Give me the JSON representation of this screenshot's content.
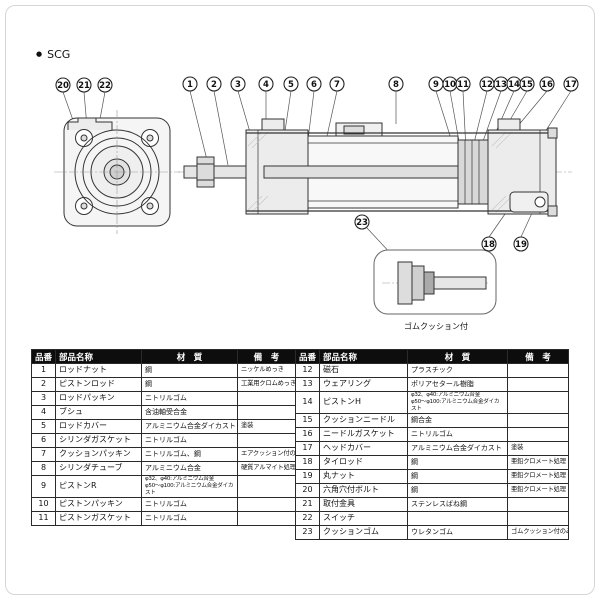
{
  "header": {
    "bullet": "●",
    "model": "SCG"
  },
  "diagram": {
    "top_balloons": [
      "1",
      "2",
      "3",
      "4",
      "5",
      "6",
      "7",
      "8",
      "9",
      "10",
      "11",
      "12",
      "13",
      "14",
      "15",
      "16",
      "17"
    ],
    "left_balloons": [
      "20",
      "21",
      "22"
    ],
    "bottom_balloons": [
      "18",
      "19"
    ],
    "detail_balloon": "23",
    "detail_caption": "ゴムクッション付"
  },
  "parts_table": {
    "headers": {
      "no": "品番",
      "name": "部品名称",
      "material": "材　質",
      "note": "備　考"
    },
    "left_rows": [
      {
        "no": "1",
        "name": "ロッドナット",
        "material": "鋼",
        "note": "ニッケルめっき"
      },
      {
        "no": "2",
        "name": "ピストンロッド",
        "material": "鋼",
        "note": "工業用クロムめっき"
      },
      {
        "no": "3",
        "name": "ロッドパッキン",
        "material": "ニトリルゴム",
        "note": ""
      },
      {
        "no": "4",
        "name": "ブシュ",
        "material": "含油軸受合金",
        "note": ""
      },
      {
        "no": "5",
        "name": "ロッドカバー",
        "material": "アルミニウム合金ダイカスト",
        "note": "塗装"
      },
      {
        "no": "6",
        "name": "シリンダガスケット",
        "material": "ニトリルゴム",
        "note": ""
      },
      {
        "no": "7",
        "name": "クッションパッキン",
        "material": "ニトリルゴム、鋼",
        "note": "エアクッション付のみ"
      },
      {
        "no": "8",
        "name": "シリンダチューブ",
        "material": "アルミニウム合金",
        "note": "硬質アルマイト処理"
      },
      {
        "no": "9",
        "name": "ピストンR",
        "material": "φ32、φ40:アルミニウム合金\nφ50～φ100:アルミニウム合金ダイカスト",
        "note": ""
      },
      {
        "no": "10",
        "name": "ピストンパッキン",
        "material": "ニトリルゴム",
        "note": ""
      },
      {
        "no": "11",
        "name": "ピストンガスケット",
        "material": "ニトリルゴム",
        "note": ""
      }
    ],
    "right_rows": [
      {
        "no": "12",
        "name": "磁石",
        "material": "プラスチック",
        "note": ""
      },
      {
        "no": "13",
        "name": "ウェアリング",
        "material": "ポリアセタール樹脂",
        "note": ""
      },
      {
        "no": "14",
        "name": "ピストンH",
        "material": "φ32、φ40:アルミニウム合金\nφ50～φ100:アルミニウム合金ダイカスト",
        "note": ""
      },
      {
        "no": "15",
        "name": "クッションニードル",
        "material": "鋼合金",
        "note": ""
      },
      {
        "no": "16",
        "name": "ニードルガスケット",
        "material": "ニトリルゴム",
        "note": ""
      },
      {
        "no": "17",
        "name": "ヘッドカバー",
        "material": "アルミニウム合金ダイカスト",
        "note": "塗装"
      },
      {
        "no": "18",
        "name": "タイロッド",
        "material": "鋼",
        "note": "亜鉛クロメート処理"
      },
      {
        "no": "19",
        "name": "丸ナット",
        "material": "鋼",
        "note": "亜鉛クロメート処理"
      },
      {
        "no": "20",
        "name": "六角穴付ボルト",
        "material": "鋼",
        "note": "亜鉛クロメート処理"
      },
      {
        "no": "21",
        "name": "取付金具",
        "material": "ステンレスばね鋼",
        "note": ""
      },
      {
        "no": "22",
        "name": "スイッチ",
        "material": "",
        "note": ""
      },
      {
        "no": "23",
        "name": "クッションゴム",
        "material": "ウレタンゴム",
        "note": "ゴムクッション付のみ"
      }
    ]
  }
}
